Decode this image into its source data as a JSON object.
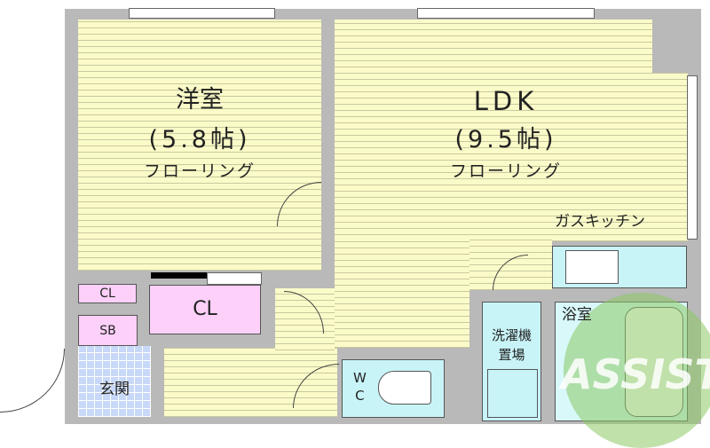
{
  "rooms": {
    "western": {
      "name": "洋室",
      "size": "(5.8帖)",
      "floor": "フローリング"
    },
    "ldk": {
      "name": "LDK",
      "size": "(9.5帖)",
      "floor": "フローリング"
    },
    "kitchen": "ガスキッチン",
    "cl_small": "CL",
    "cl_large": "CL",
    "sb": "SB",
    "entrance": "玄関",
    "wc": "W\nC",
    "washer": "洗濯機\n置場",
    "bath": "浴室"
  },
  "watermark": "ASSIST",
  "colors": {
    "wall": "#b9b9b9",
    "floor": "#fbfbc9",
    "closet": "#fcd0f8",
    "wet": "#c8f4f8",
    "entrance": "#c8d8f8",
    "logo": "#8cc864"
  }
}
